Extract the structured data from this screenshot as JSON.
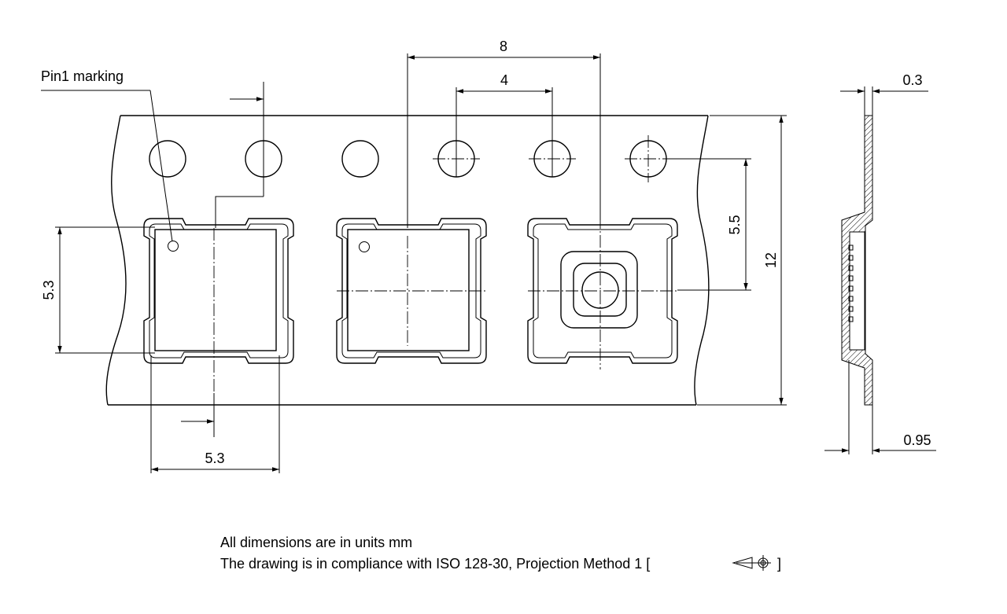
{
  "labels": {
    "pin1": "Pin1 marking",
    "pitch_pocket": "8",
    "pitch_hole": "4",
    "hole_to_pocket": "5.5",
    "tape_width": "12",
    "pocket_height": "5.3",
    "pocket_width": "5.3",
    "tape_thickness": "0.3",
    "pocket_depth": "0.95"
  },
  "notes": {
    "line1": "All dimensions are in units mm",
    "line2_prefix": "The drawing is in compliance with ISO 128-30, Projection Method 1 [",
    "line2_suffix": "]"
  }
}
